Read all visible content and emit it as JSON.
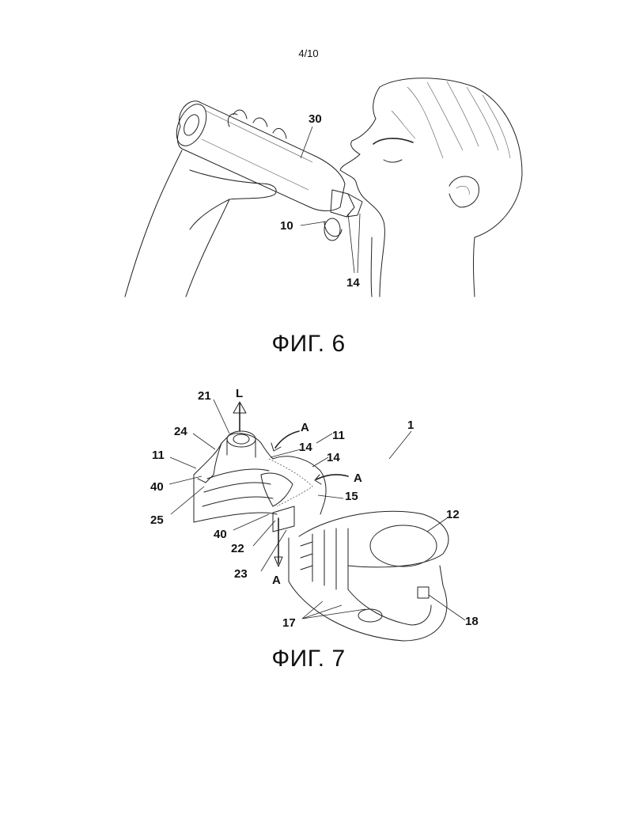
{
  "sheet": {
    "page_number": "4/10"
  },
  "figure6": {
    "caption": "ФИГ. 6",
    "labels": {
      "bottle": "30",
      "cap": "10",
      "outlet": "14"
    }
  },
  "figure7": {
    "caption": "ФИГ. 7",
    "labels": {
      "n21": "21",
      "L": "L",
      "n24": "24",
      "n11a": "11",
      "n40a": "40",
      "n25": "25",
      "A_top": "A",
      "n14a": "14",
      "n11b": "11",
      "n14b": "14",
      "A_right": "A",
      "n15": "15",
      "n40b": "40",
      "n22": "22",
      "n23": "23",
      "A_bottom": "A",
      "n1": "1",
      "n12": "12",
      "n17": "17",
      "n18": "18"
    }
  }
}
